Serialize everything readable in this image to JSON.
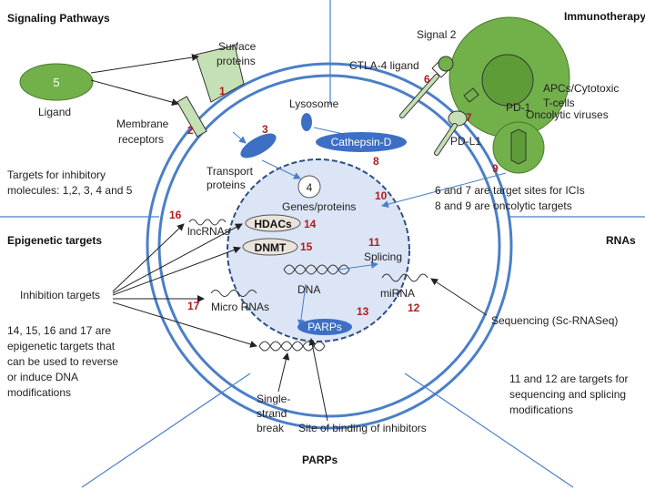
{
  "headers": {
    "signaling": "Signaling Pathways",
    "immunotherapy": "Immunotherapy",
    "epigenetic": "Epigenetic targets",
    "rnas": "RNAs",
    "parps": "PARPs"
  },
  "labels": {
    "surface_proteins_1": "Surface",
    "surface_proteins_2": "proteins",
    "ligand": "Ligand",
    "ligand_number": "5",
    "membrane_receptors_1": "Membrane",
    "membrane_receptors_2": "receptors",
    "lysosome": "Lysosome",
    "cathepsin": "Cathepsin-D",
    "transport_1": "Transport",
    "transport_2": "proteins",
    "genes_number": "4",
    "genes": "Genes/proteins",
    "signal2": "Signal 2",
    "ctla4": "CTLA-4 ligand",
    "apcs_1": "APCs/Cytotoxic",
    "apcs_2": "T-cells",
    "pd1": "PD-1",
    "pdl1": "PD-L1",
    "oncolytic": "Oncolytic viruses",
    "lncrnas": "lncRNAs",
    "hdacs": "HDACs",
    "dnmt": "DNMT",
    "splicing": "Splicing",
    "dna": "DNA",
    "mirna": "miRNA",
    "micro_rnas": "Micro RNAs",
    "parps_enzyme": "PARPs",
    "single_strand_1": "Single-",
    "single_strand_2": "strand",
    "single_strand_3": "break",
    "binding_site": "Site of binding of inhibitors",
    "inhibition_targets": "Inhibition targets",
    "sequencing": "Sequencing  (Sc-RNASeq)"
  },
  "notes": {
    "targets_inhibitory_1": "Targets for inhibitory",
    "targets_inhibitory_2": "molecules: 1,2, 3, 4 and 5",
    "ici_1": "6 and 7 are target sites for ICIs",
    "ici_2": "8 and 9 are oncolytic targets",
    "epi_1": "14, 15, 16 and 17 are",
    "epi_2": "epigenetic targets that",
    "epi_3": "can be used to  reverse",
    "epi_4": "or induce DNA",
    "epi_5": "modifications",
    "seq_1": "11 and 12 are targets for",
    "seq_2": "sequencing and splicing",
    "seq_3": "modifications"
  },
  "numbers": {
    "n1": "1",
    "n2": "2",
    "n3": "3",
    "n6": "6",
    "n7": "7",
    "n8": "8",
    "n9": "9",
    "n10": "10",
    "n11": "11",
    "n12": "12",
    "n13": "13",
    "n14": "14",
    "n15": "15",
    "n16": "16",
    "n17": "17"
  },
  "colors": {
    "membrane_blue": "#4a7fc7",
    "nucleus_fill": "#dbe5f5",
    "enzyme_blue": "#3d6fc4",
    "green": "#72b04a",
    "light_green": "#c5e0b4",
    "number_red": "#b01c1c"
  }
}
